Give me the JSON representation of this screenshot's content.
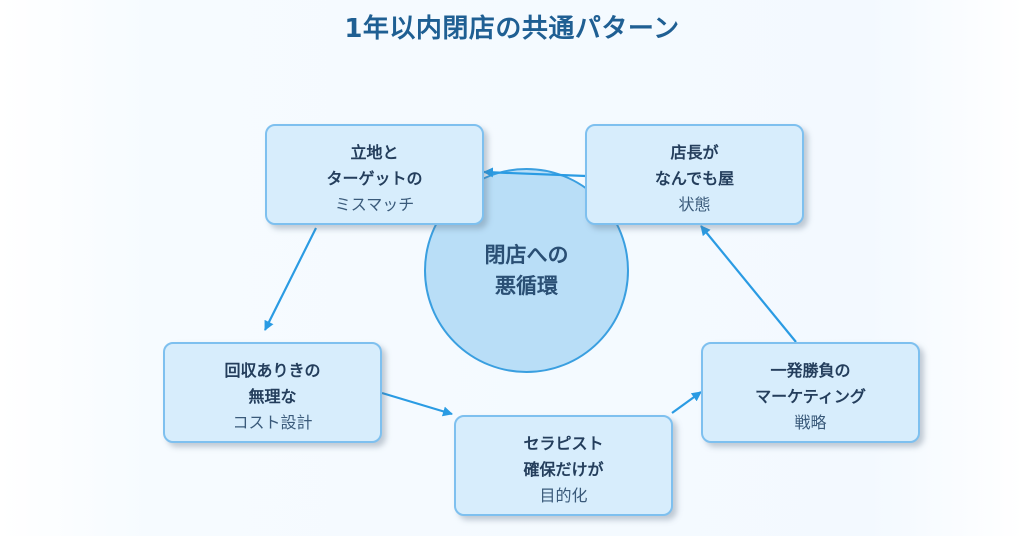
{
  "title": "1年以内閉店の共通パターン",
  "center": {
    "line1": "閉店への",
    "line2": "悪循環"
  },
  "nodes": {
    "mismatch": {
      "line1": "立地と",
      "line2": "ターゲットの",
      "line3": "ミスマッチ"
    },
    "manager": {
      "line1": "店長が",
      "line2": "なんでも屋",
      "line3": "状態"
    },
    "cost": {
      "line1": "回収ありきの",
      "line2": "無理な",
      "line3": "コスト設計"
    },
    "therapist": {
      "line1": "セラピスト",
      "line2": "確保だけが",
      "line3": "目的化"
    },
    "marketing": {
      "line1": "一発勝負の",
      "line2": "マーケティング",
      "line3": "戦略"
    }
  },
  "colors": {
    "title": "#1f5f93",
    "arrow": "#2a9be3",
    "node_fill": "#d7edfc",
    "node_border": "#7ec0ef",
    "circle_fill": "#b9def7",
    "circle_border": "#3a9fe0"
  }
}
